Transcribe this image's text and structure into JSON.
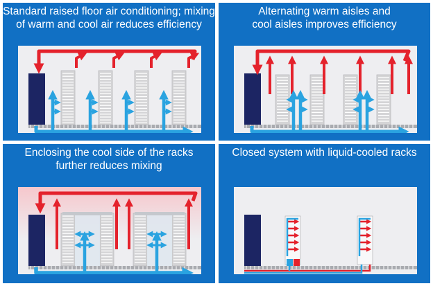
{
  "colors": {
    "panel_bg": "#1170c4",
    "room_bg": "#eeeef1",
    "warm_air": "#e4222c",
    "cool_air": "#2aa3e0",
    "cooling_unit": "#1c2563",
    "rack": "#d4d4d6",
    "floor_grille": "#a9abb0"
  },
  "panels": [
    {
      "id": "standard-raised-floor",
      "caption": "Standard raised floor air conditioning; mixing\nof warm and cool air reduces efficiency",
      "scene": "mixing"
    },
    {
      "id": "alternating-aisles",
      "caption": "Alternating warm aisles and\ncool aisles improves efficiency",
      "scene": "aisles"
    },
    {
      "id": "enclosed-cool-side",
      "caption": "Enclosing the cool side of the racks\nfurther reduces mixing",
      "scene": "enclosed"
    },
    {
      "id": "closed-liquid-cooled",
      "caption": "Closed system with liquid-cooled racks",
      "scene": "liquid"
    }
  ]
}
